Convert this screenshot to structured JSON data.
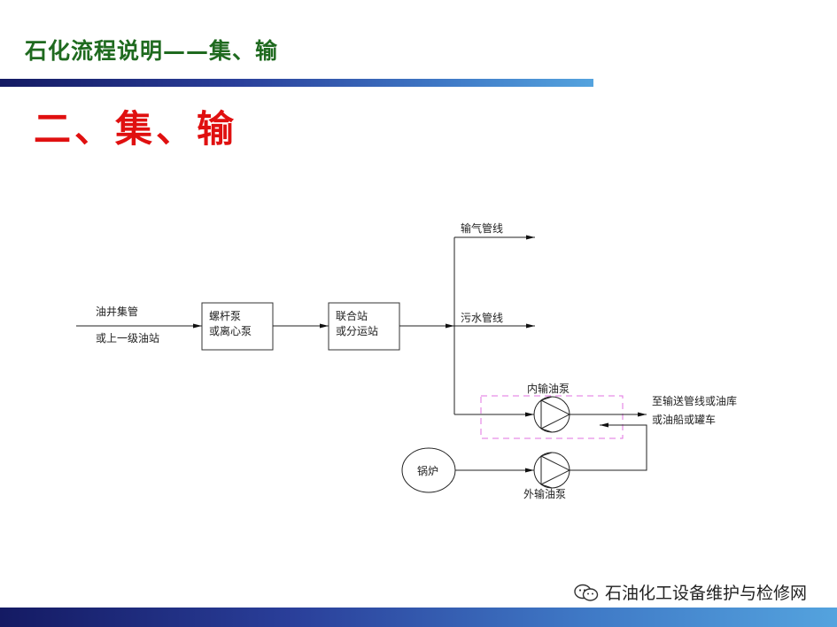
{
  "header": {
    "title": "石化流程说明——集、输"
  },
  "section": {
    "title": "二、集、输"
  },
  "diagram": {
    "inlet_label_1": "油井集管",
    "inlet_label_2": "或上一级油站",
    "pump_box_line1": "螺杆泵",
    "pump_box_line2": "或离心泵",
    "station_line1": "联合站",
    "station_line2": "或分运站",
    "gas_line": "输气管线",
    "sewage_line": "污水管线",
    "inner_pump": "内输油泵",
    "outer_pump": "外输油泵",
    "boiler": "锅炉",
    "dest_line1": "至输送管线或油库",
    "dest_line2": "或油船或罐车"
  },
  "watermark": {
    "text": "石油化工设备维护与检修网"
  },
  "colors": {
    "header_text": "#1f6a1f",
    "section_text": "#e01010",
    "dashed_box": "#e070e0",
    "bar_dark": "#141a63",
    "bar_light": "#54a3de"
  }
}
